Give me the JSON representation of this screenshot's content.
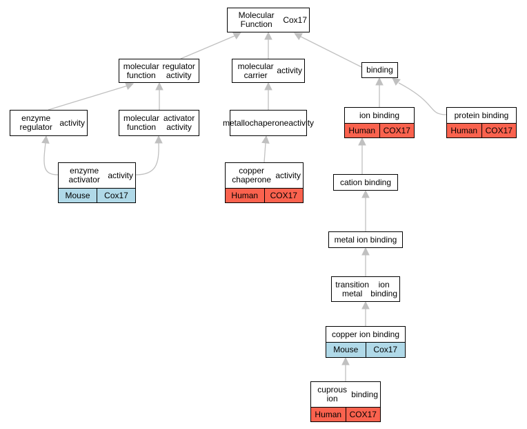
{
  "colors": {
    "human": "#fa624e",
    "mouse": "#b0d9e8",
    "edge": "#c0c0c0"
  },
  "nodes": {
    "root": {
      "line1": "Molecular Function",
      "line2": "Cox17"
    },
    "mf_regulator": {
      "line1": "molecular function",
      "line2": "regulator activity"
    },
    "carrier": {
      "line1": "molecular carrier",
      "line2": "activity"
    },
    "binding": {
      "line1": "binding"
    },
    "enzyme_regulator": {
      "line1": "enzyme regulator",
      "line2": "activity"
    },
    "mf_activator": {
      "line1": "molecular function",
      "line2": "activator activity"
    },
    "metallochaperone": {
      "line1": "metallochaperone",
      "line2": "activity"
    },
    "ion_binding": {
      "line1": "ion binding",
      "species": "Human",
      "gene": "COX17"
    },
    "protein_binding": {
      "line1": "protein binding",
      "species": "Human",
      "gene": "COX17"
    },
    "enzyme_activator": {
      "line1": "enzyme activator",
      "line2": "activity",
      "species": "Mouse",
      "gene": "Cox17"
    },
    "copper_chaperone": {
      "line1": "copper chaperone",
      "line2": "activity",
      "species": "Human",
      "gene": "COX17"
    },
    "cation_binding": {
      "line1": "cation binding"
    },
    "metal_ion_binding": {
      "line1": "metal ion binding"
    },
    "transition_metal": {
      "line1": "transition metal",
      "line2": "ion binding"
    },
    "copper_ion_binding": {
      "line1": "copper ion binding",
      "species": "Mouse",
      "gene": "Cox17"
    },
    "cuprous_ion_binding": {
      "line1": "cuprous ion",
      "line2": "binding",
      "species": "Human",
      "gene": "COX17"
    }
  },
  "edges": [
    {
      "from": "mf_regulator",
      "to": "root"
    },
    {
      "from": "carrier",
      "to": "root"
    },
    {
      "from": "binding",
      "to": "root"
    },
    {
      "from": "enzyme_regulator",
      "to": "mf_regulator"
    },
    {
      "from": "mf_activator",
      "to": "mf_regulator"
    },
    {
      "from": "metallochaperone",
      "to": "carrier"
    },
    {
      "from": "ion_binding",
      "to": "binding"
    },
    {
      "from": "protein_binding",
      "to": "binding"
    },
    {
      "from": "enzyme_activator",
      "to": "enzyme_regulator"
    },
    {
      "from": "enzyme_activator",
      "to": "mf_activator"
    },
    {
      "from": "copper_chaperone",
      "to": "metallochaperone"
    },
    {
      "from": "cation_binding",
      "to": "ion_binding"
    },
    {
      "from": "metal_ion_binding",
      "to": "cation_binding"
    },
    {
      "from": "transition_metal",
      "to": "metal_ion_binding"
    },
    {
      "from": "copper_ion_binding",
      "to": "transition_metal"
    },
    {
      "from": "cuprous_ion_binding",
      "to": "copper_ion_binding"
    }
  ]
}
